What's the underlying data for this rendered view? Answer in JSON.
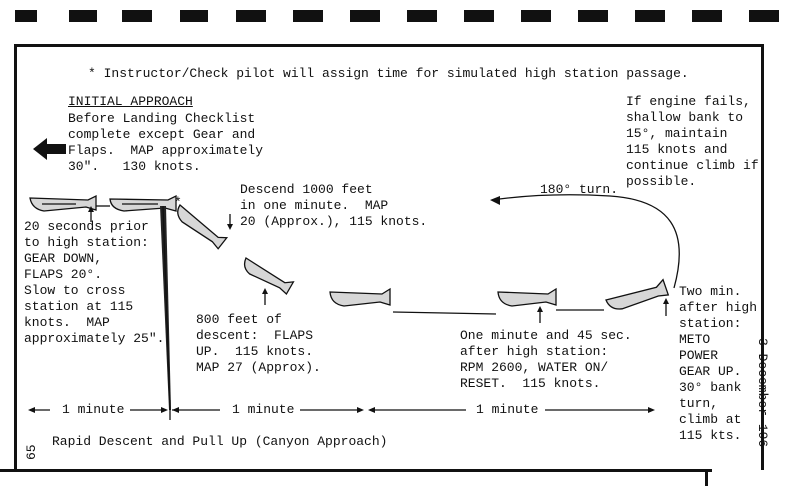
{
  "note": "* Instructor/Check pilot will assign time for simulated high station passage.",
  "initial_approach": {
    "heading": "INITIAL APPROACH",
    "body": "Before Landing Checklist\ncomplete except Gear and\nFlaps.  MAP approximately\n30\".   130 knots."
  },
  "engine_fail": "If engine fails,\nshallow bank to\n15°, maintain\n115 knots and\ncontinue climb if\npossible.",
  "turn_label": "180° turn.",
  "descend_note": "Descend 1000 feet\nin one minute.  MAP\n20 (Approx.), 115 knots.",
  "high_station_note": "20 seconds prior\nto high station:\nGEAR DOWN,\nFLAPS 20°.\nSlow to cross\nstation at 115\nknots.  MAP\napproximately 25\".",
  "descent_800_note": "800 feet of\ndescent:  FLAPS\nUP.  115 knots.\nMAP 27 (Approx).",
  "one_min_45_note": "One minute and 45 sec.\nafter high station:\nRPM 2600, WATER ON/\nRESET.  115 knots.",
  "two_min_note": "Two min.\nafter high\nstation:\nMETO\nPOWER\nGEAR UP.\n30° bank\nturn,\nclimb at\n115 kts.",
  "timeline": {
    "seg1": "1 minute",
    "seg2": "1 minute",
    "seg3": "1 minute"
  },
  "caption": "Rapid Descent and Pull Up (Canyon Approach)",
  "page_number": "65",
  "date_stamp": "3 December 196",
  "asterisk": "*",
  "icons": [
    "left-arrow-icon",
    "aircraft-icon",
    "up-arrow-icon"
  ]
}
